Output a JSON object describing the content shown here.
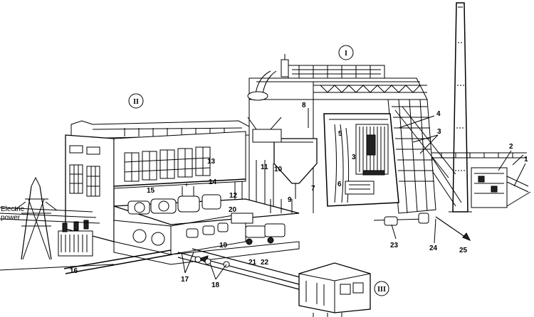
{
  "diagram": {
    "section_labels": [
      "I",
      "II",
      "III"
    ],
    "callouts": [
      "1",
      "2",
      "3",
      "3",
      "4",
      "5",
      "6",
      "7",
      "8",
      "9",
      "10",
      "11",
      "12",
      "13",
      "14",
      "15",
      "16",
      "17",
      "18",
      "19",
      "20",
      "21",
      "22",
      "23",
      "24",
      "25"
    ],
    "caption_lines": [
      "Electric",
      "power"
    ]
  },
  "colors": {
    "ink": "#000000",
    "paper": "#ffffff"
  }
}
